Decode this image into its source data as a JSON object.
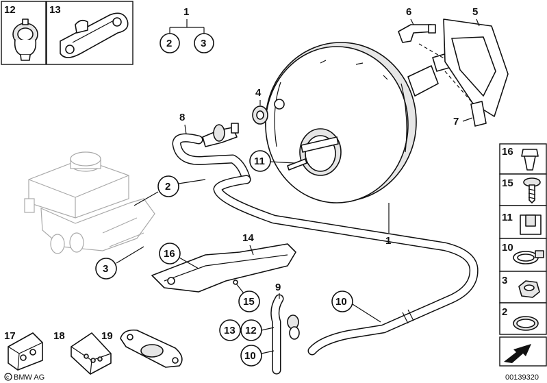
{
  "diagram": {
    "footer_brand": "BMW AG",
    "footer_code": "00139320",
    "callouts": {
      "c1_top": "1",
      "c2_top": "2",
      "c3_top": "3",
      "c4": "4",
      "c5": "5",
      "c6": "6",
      "c7": "7",
      "c8": "8",
      "c9": "9",
      "c1_booster": "1",
      "c2_left": "2",
      "c3_left": "3",
      "c10_hose": "10",
      "c10_bottom": "10",
      "c11": "11",
      "c12_center": "12",
      "c13_center": "13",
      "c14": "14",
      "c15_center": "15",
      "c16_center": "16"
    },
    "top_left_parts": {
      "p12": "12",
      "p13": "13"
    },
    "bottom_parts": {
      "p17": "17",
      "p18": "18",
      "p19": "19"
    },
    "side_parts": {
      "p16": "16",
      "p15": "15",
      "p11": "11",
      "p10": "10",
      "p3": "3",
      "p2": "2"
    }
  }
}
